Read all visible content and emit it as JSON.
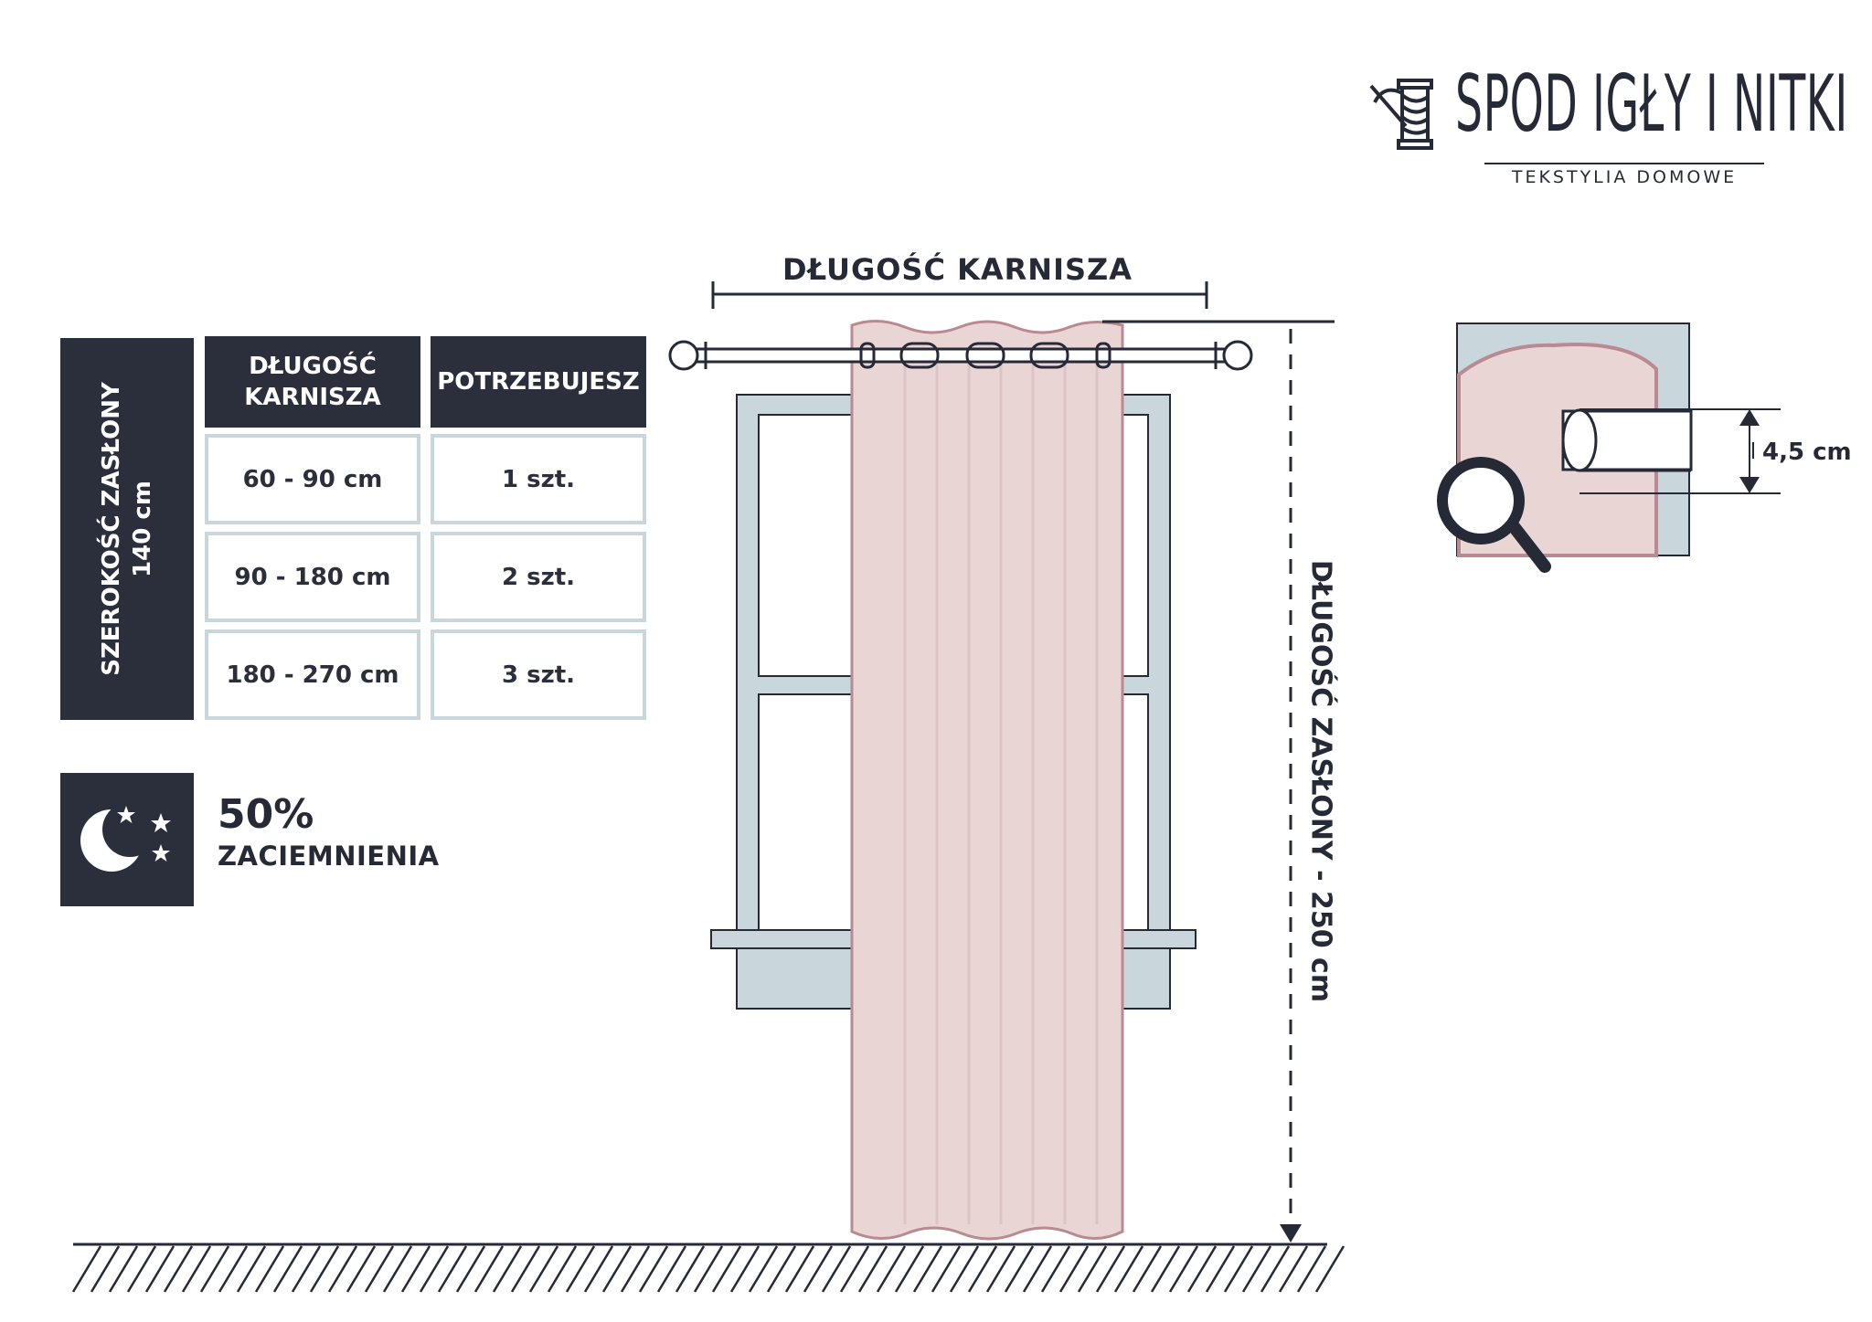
{
  "brand": {
    "name": "SPOD IGŁY I NITKI",
    "tagline": "TEKSTYLIA DOMOWE"
  },
  "table": {
    "side_label": [
      "SZEROKOŚĆ ZASŁONY",
      "140 cm"
    ],
    "header_rod": "DŁUGOŚĆ KARNISZA",
    "header_need": "POTRZEBUJESZ",
    "rows": [
      {
        "length": "60 - 90 cm",
        "qty": "1 szt."
      },
      {
        "length": "90 - 180 cm",
        "qty": "2 szt."
      },
      {
        "length": "180 - 270 cm",
        "qty": "3 szt."
      }
    ]
  },
  "blackout": {
    "value": "50%",
    "label": "ZACIEMNIENIA"
  },
  "diagram": {
    "rod_length_label": "DŁUGOŚĆ KARNISZA",
    "curtain_length_label": "DŁUGOŚĆ ZASŁONY - 250 cm",
    "ring_diameter_label": "4,5 cm"
  },
  "colors": {
    "navy": "#2b2e3b",
    "pink": "#ead5d5",
    "pink_edge": "#b98a92",
    "frame": "#c9d6dc"
  },
  "icons": [
    "spool-needle-icon",
    "moon-stars-icon",
    "magnifier-icon",
    "arrow-down-icon"
  ]
}
